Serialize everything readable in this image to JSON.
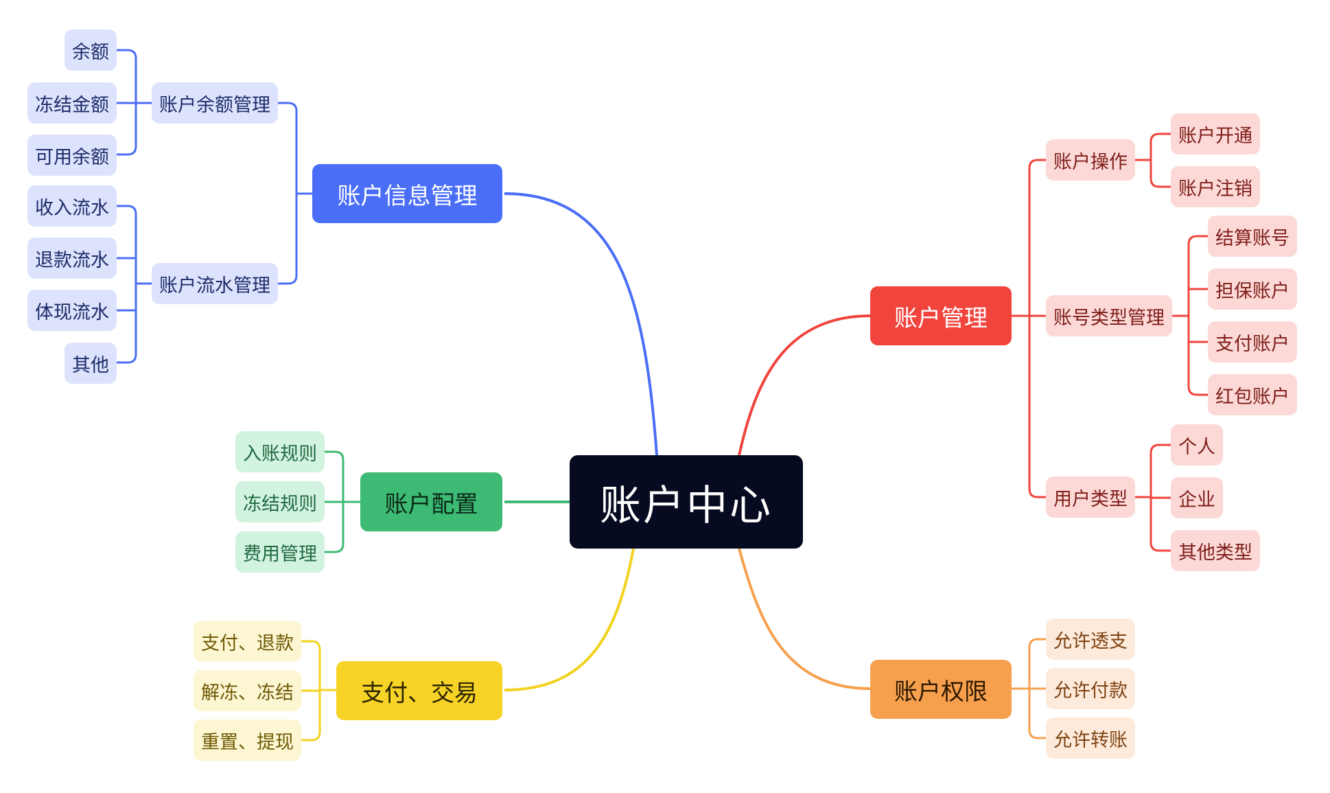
{
  "root": {
    "label": "账户中心"
  },
  "branches": {
    "info": {
      "label": "账户信息管理",
      "color": "#4a6ef7",
      "groups": [
        {
          "label": "账户余额管理",
          "leaves": [
            "余额",
            "冻结金额",
            "可用余额"
          ]
        },
        {
          "label": "账户流水管理",
          "leaves": [
            "收入流水",
            "退款流水",
            "体现流水",
            "其他"
          ]
        }
      ]
    },
    "config": {
      "label": "账户配置",
      "color": "#3dba74",
      "leaves": [
        "入账规则",
        "冻结规则",
        "费用管理"
      ]
    },
    "trade": {
      "label": "支付、交易",
      "color": "#f6d326",
      "leaves": [
        "支付、退款",
        "解冻、冻结",
        "重置、提现"
      ]
    },
    "manage": {
      "label": "账户管理",
      "color": "#f0443c",
      "groups": [
        {
          "label": "账户操作",
          "leaves": [
            "账户开通",
            "账户注销"
          ]
        },
        {
          "label": "账号类型管理",
          "leaves": [
            "结算账号",
            "担保账户",
            "支付账户",
            "红包账户"
          ]
        },
        {
          "label": "用户类型",
          "leaves": [
            "个人",
            "企业",
            "其他类型"
          ]
        }
      ]
    },
    "perm": {
      "label": "账户权限",
      "color": "#f6a04e",
      "leaves": [
        "允许透支",
        "允许付款",
        "允许转账"
      ]
    }
  }
}
